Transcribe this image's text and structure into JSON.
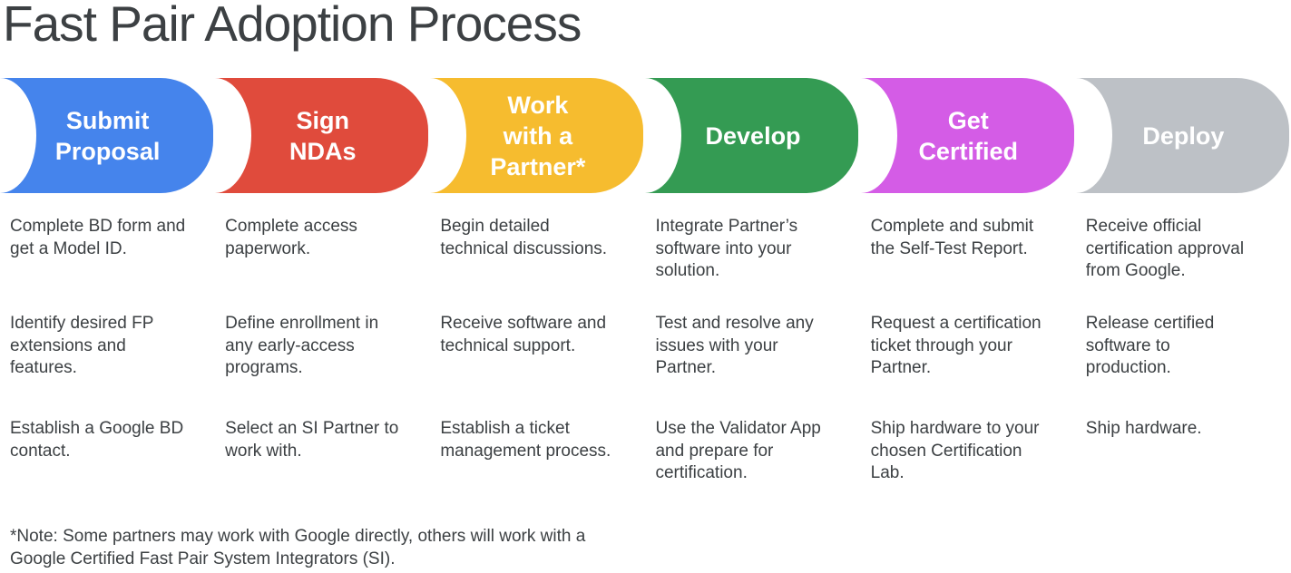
{
  "title": "Fast Pair Adoption Process",
  "colors": {
    "text": "#3C4043",
    "background": "#FFFFFF"
  },
  "stages": [
    {
      "label": "Submit\nProposal",
      "color": "#4584EC",
      "steps": [
        "Complete BD form and\nget a Model ID.",
        "Identify desired FP\nextensions and\nfeatures.",
        "Establish a Google BD\ncontact."
      ]
    },
    {
      "label": "Sign\nNDAs",
      "color": "#E04B3C",
      "steps": [
        "Complete access\npaperwork.",
        "Define enrollment in\nany early-access\nprograms.",
        "Select an SI Partner to\nwork with."
      ]
    },
    {
      "label": "Work\nwith a\nPartner*",
      "color": "#F6BC2F",
      "steps": [
        "Begin detailed\ntechnical discussions.",
        "Receive software and\ntechnical support.",
        "Establish a ticket\nmanagement process."
      ]
    },
    {
      "label": "Develop",
      "color": "#349B53",
      "steps": [
        "Integrate Partner’s\nsoftware into your\nsolution.",
        "Test and resolve any\nissues with your\nPartner.",
        "Use the Validator App\nand prepare for\ncertification."
      ]
    },
    {
      "label": "Get\nCertified",
      "color": "#D45CE6",
      "steps": [
        "Complete and submit\nthe Self-Test Report.",
        "Request a certification\nticket through your\nPartner.",
        "Ship hardware to your\nchosen Certification\nLab."
      ]
    },
    {
      "label": "Deploy",
      "color": "#BDC1C6",
      "steps": [
        "Receive official\ncertification approval\nfrom Google.",
        "Release certified\nsoftware to\nproduction.",
        "Ship hardware."
      ]
    }
  ],
  "note": "*Note: Some partners may work with Google directly, others will work with a\nGoogle Certified Fast Pair System Integrators (SI)."
}
